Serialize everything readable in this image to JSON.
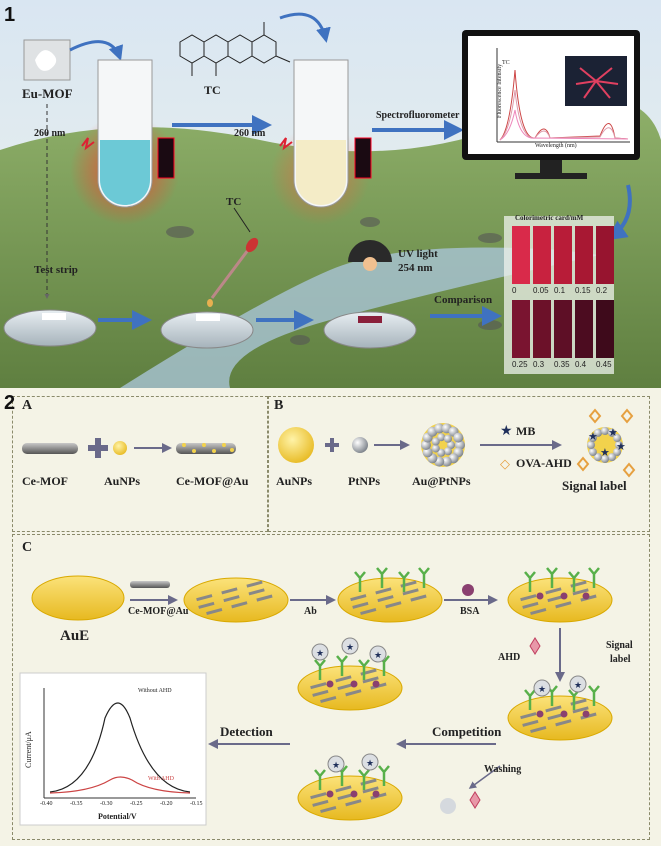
{
  "panel1": {
    "number": "1",
    "eu_mof": "Eu-MOF",
    "tc": "TC",
    "excitation_left": "260 nm",
    "excitation_right": "260 nm",
    "spectro": "Spectrofluorometer",
    "test_strip": "Test strip",
    "tc_drop": "TC",
    "uv_light": "UV light",
    "uv_wavelength": "254 nm",
    "comparison": "Comparison",
    "card_title": "Colorimetric card/mM",
    "row1_labels": [
      "0",
      "0.05",
      "0.1",
      "0.15",
      "0.2"
    ],
    "row2_labels": [
      "0.25",
      "0.3",
      "0.35",
      "0.4",
      "0.45"
    ],
    "row1_colors": [
      "#d92a4a",
      "#c8223f",
      "#b81c38",
      "#a81833",
      "#97142f"
    ],
    "row2_colors": [
      "#7a1430",
      "#6c1129",
      "#5e0f26",
      "#4c0c20",
      "#3e0a1b"
    ],
    "monitor_xlabel": "Wavelength (nm)",
    "monitor_ylabel": "Fluorescence Intensity",
    "monitor_tc": "TC"
  },
  "panel2": {
    "number": "2",
    "sec_a": "A",
    "sec_b": "B",
    "sec_c": "C",
    "ce_mof": "Ce-MOF",
    "aunps_a": "AuNPs",
    "ce_mof_au": "Ce-MOF@Au",
    "aunps_b": "AuNPs",
    "ptnps": "PtNPs",
    "au_pt": "Au@PtNPs",
    "mb": "MB",
    "ova_ahd": "OVA-AHD",
    "signal_label": "Signal label",
    "aue": "AuE",
    "ce_mof_au_c": "Ce-MOF@Au",
    "ab": "Ab",
    "bsa": "BSA",
    "ahd": "AHD",
    "signal": "Signal",
    "label": "label",
    "competition": "Competition",
    "washing": "Washing",
    "detection": "Detection",
    "inset_ylabel": "Current/μA",
    "inset_xlabel": "Potential/V",
    "inset_without": "Without AHD",
    "inset_with": "With AHD",
    "inset_ticks": [
      "-0.40",
      "-0.35",
      "-0.30",
      "-0.25",
      "-0.20",
      "-0.15"
    ]
  },
  "colors": {
    "sky": "#cfdff0",
    "grass": "#7fa05a",
    "gold": "#f2d24c",
    "arrow": "#3f72c0",
    "green_ab": "#58b04a"
  }
}
